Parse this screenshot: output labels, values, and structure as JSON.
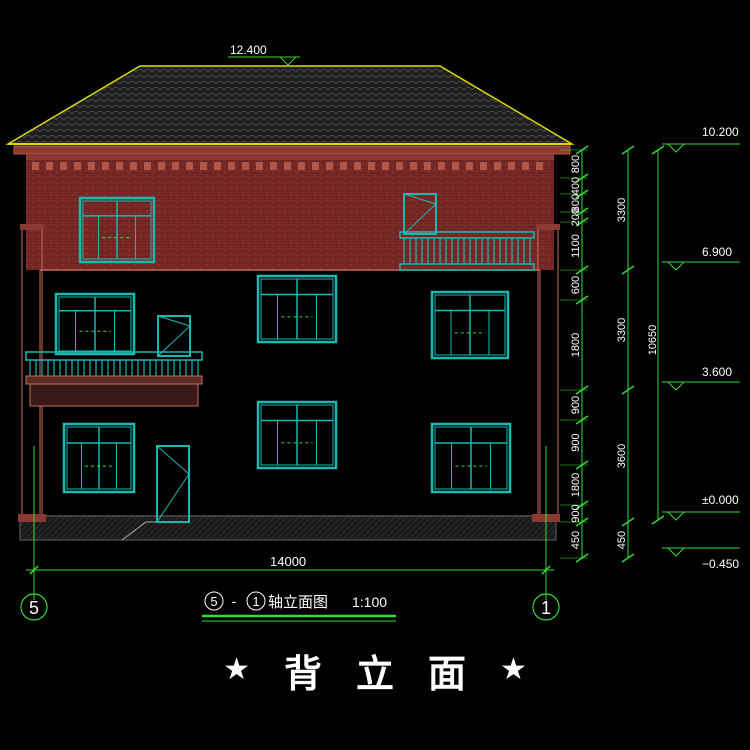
{
  "colors": {
    "background": "#000000",
    "brick": "#7a2a26",
    "roof": "#2b2b2b",
    "roof_edge": "#d9d900",
    "window": "#19b8b0",
    "dimension": "#33dd33",
    "text": "#ffffff",
    "trim": "#cc6a5a"
  },
  "elevations": {
    "ridge": "12.400",
    "eave": "10.200",
    "floor3": "6.900",
    "floor2": "3.600",
    "ground": "±0.000",
    "grade": "−0.450"
  },
  "dims_inner": [
    "800",
    "400",
    "800",
    "200",
    "1100",
    "600",
    "1800",
    "900",
    "900",
    "1800",
    "900",
    "450"
  ],
  "dims_mid": [
    "3300",
    "3300",
    "3600",
    "450"
  ],
  "dims_total": "10650",
  "width_dim": "14000",
  "axis_left": "5",
  "axis_right": "1",
  "drawing_title": {
    "axis_from": "5",
    "dash": "-",
    "axis_to": "1",
    "label": "轴立面图",
    "scale": "1:100"
  },
  "caption": {
    "star_left": "★",
    "text": "背立面",
    "star_right": "★"
  }
}
